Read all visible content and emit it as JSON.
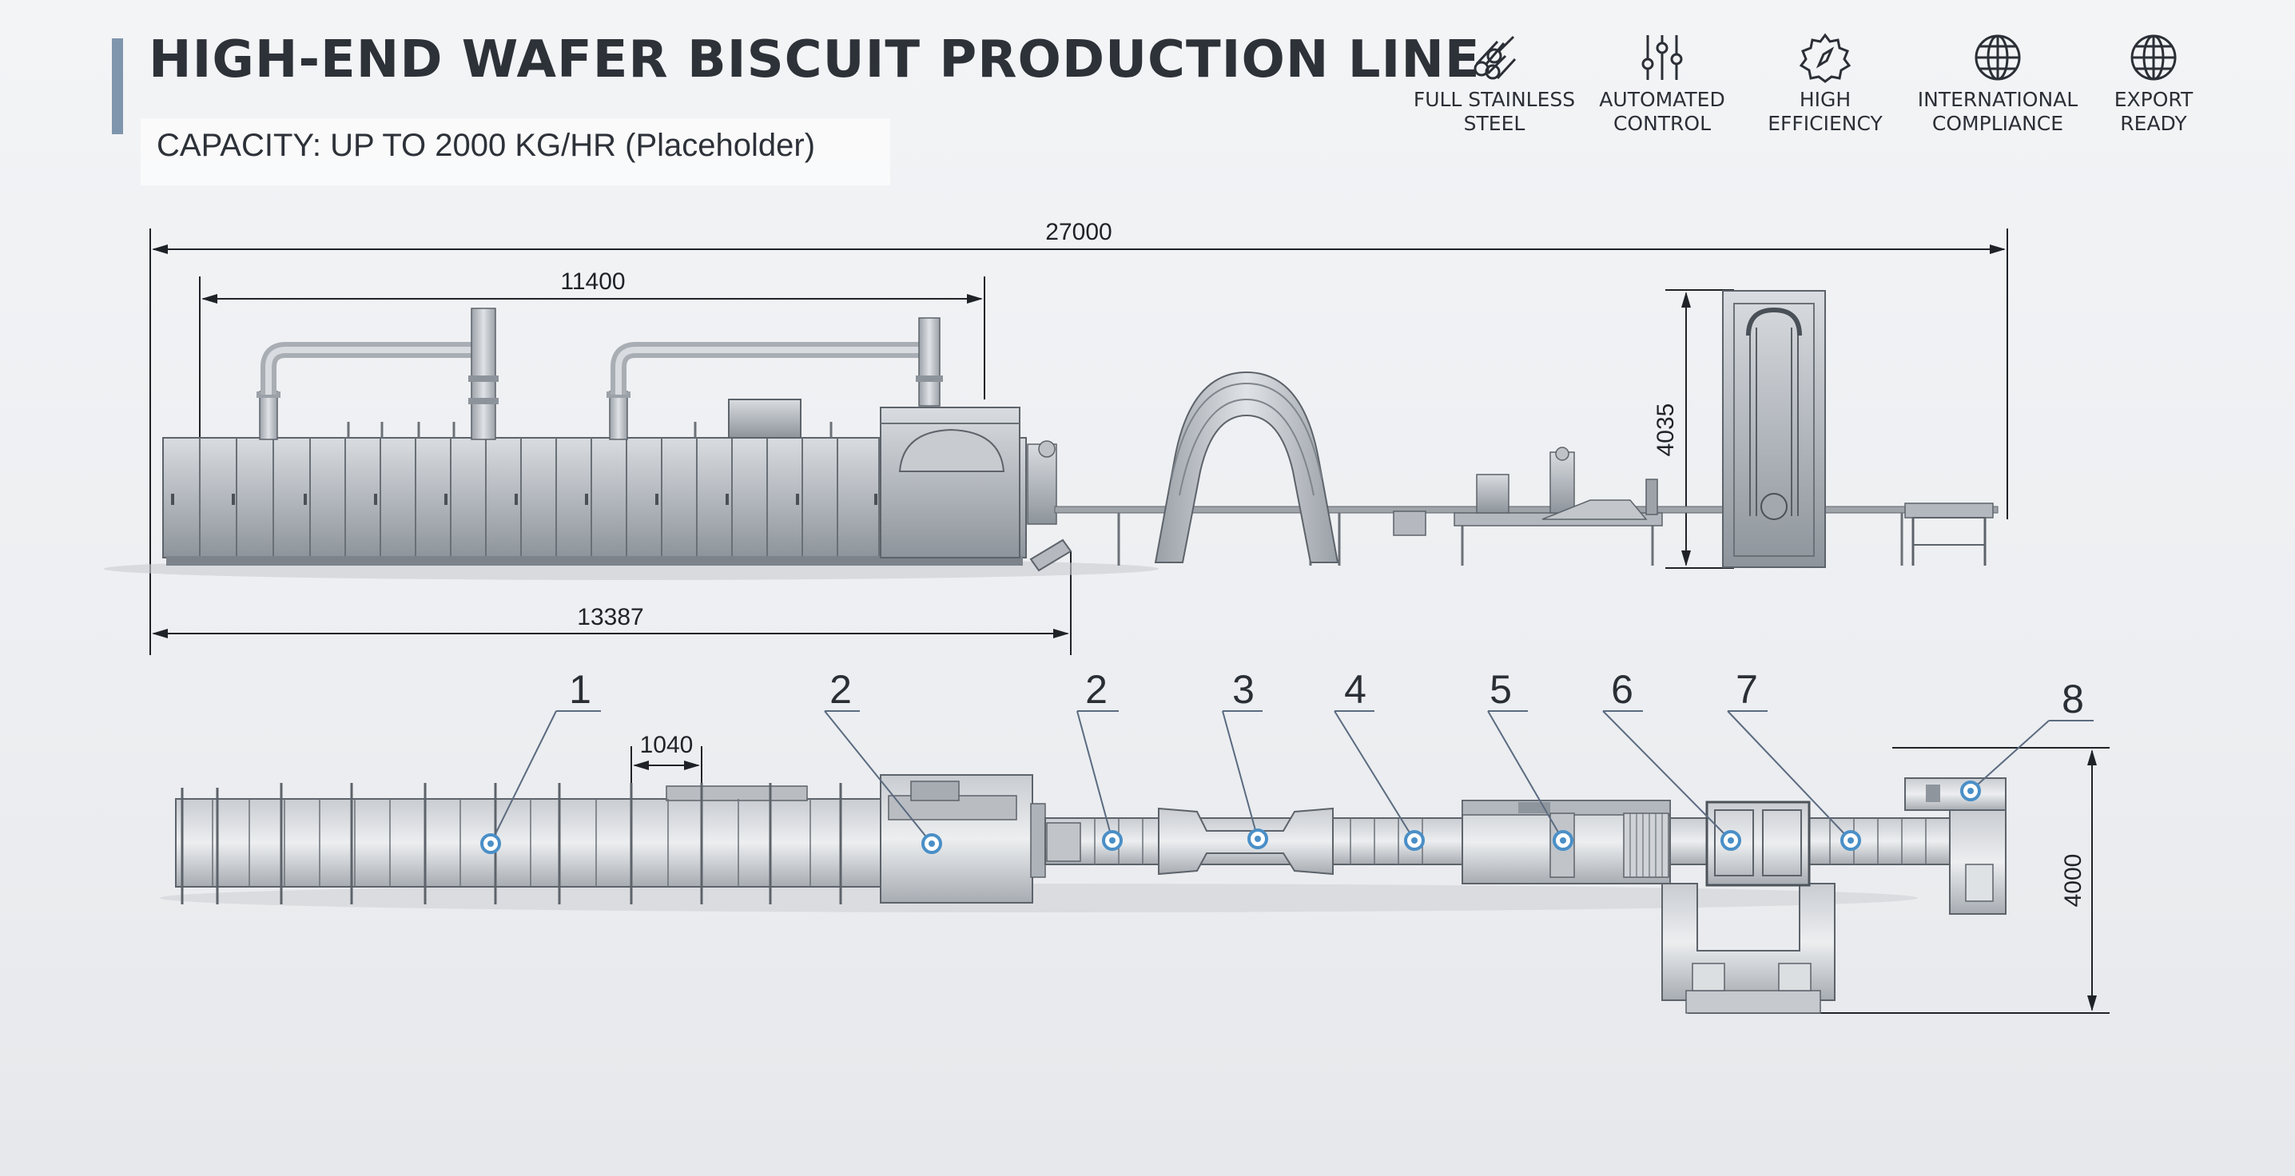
{
  "header": {
    "title": "HIGH-END WAFER BISCUIT PRODUCTION LINE",
    "subtitle": "CAPACITY: UP TO 2000 KG/HR (Placeholder)"
  },
  "features": [
    {
      "icon": "steel-pipes-icon",
      "line1": "FULL STAINLESS",
      "line2": "STEEL"
    },
    {
      "icon": "sliders-icon",
      "line1": "AUTOMATED",
      "line2": "CONTROL"
    },
    {
      "icon": "compass-icon",
      "line1": "HIGH",
      "line2": "EFFICIENCY"
    },
    {
      "icon": "globe-icon",
      "line1": "INTERNATIONAL",
      "line2": "COMPLIANCE"
    },
    {
      "icon": "globe-icon",
      "line1": "EXPORT",
      "line2": "READY"
    }
  ],
  "dimensions": {
    "overall_length": "27000",
    "oven_length": "11400",
    "oven_section": "13387",
    "cooling_tower_height": "4035",
    "oven_module": "1040",
    "layout_width": "4000"
  },
  "callouts": [
    "1",
    "2",
    "2",
    "3",
    "4",
    "5",
    "6",
    "7",
    "8"
  ],
  "colors": {
    "accent": "#7f95ad",
    "steel": "#b8bcc2",
    "callout_dot": "#4a8fc7",
    "dimension_line": "#1f2328"
  }
}
